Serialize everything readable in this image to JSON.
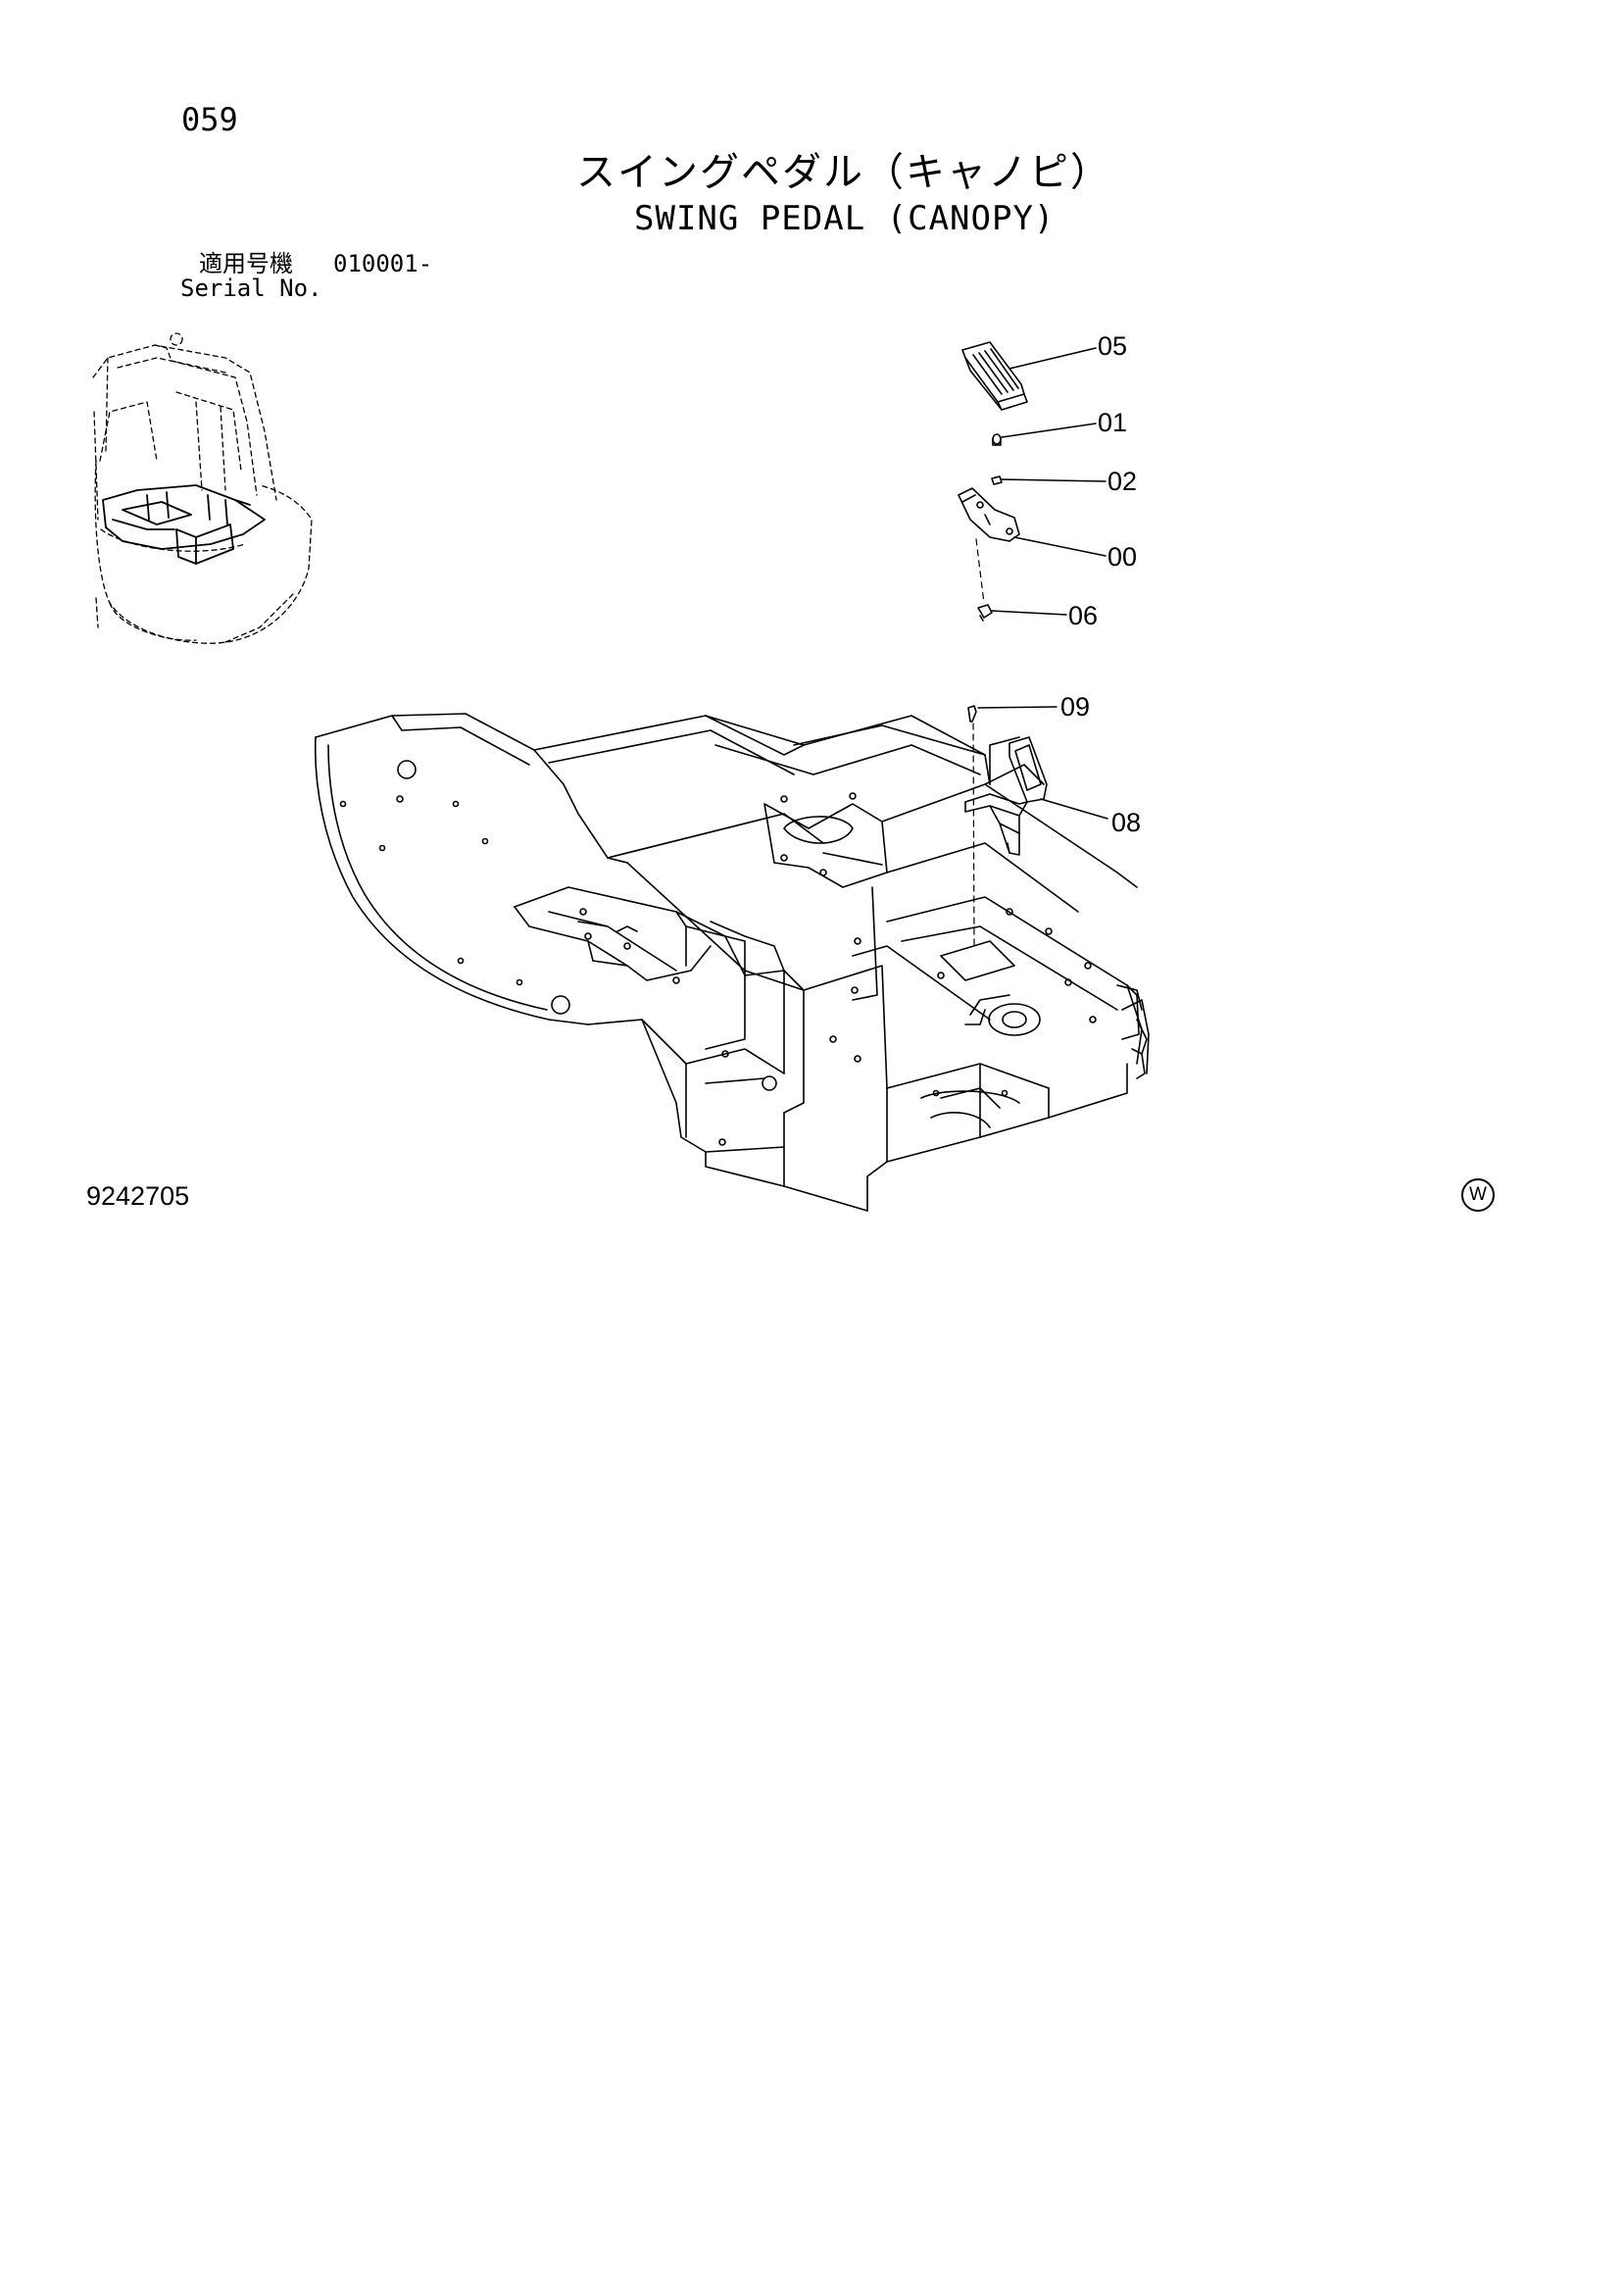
{
  "page": {
    "page_number": "059",
    "title_jp": "スイングペダル（キャノピ）",
    "title_en": "SWING PEDAL (CANOPY)",
    "serial_label_jp": "適用号機",
    "serial_code": "010001-",
    "serial_label_en": "Serial No.",
    "drawing_number": "9242705",
    "mark": "W"
  },
  "callouts": [
    "05",
    "01",
    "02",
    "00",
    "06",
    "09",
    "08"
  ]
}
